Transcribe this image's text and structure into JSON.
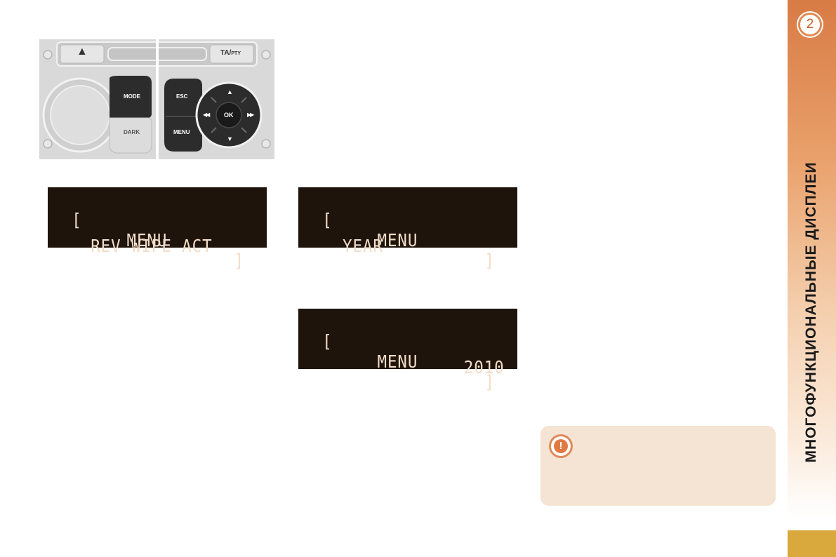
{
  "control_panel": {
    "eject_label": "▲",
    "ta_label": "TA/",
    "pty_label": "PTY",
    "mode_label": "MODE",
    "dark_label": "DARK",
    "esc_label": "ESC",
    "menu_label": "MENU",
    "ok_label": "OK",
    "up_arrow": "▲",
    "down_arrow": "▼",
    "left_arrow": "◀◀",
    "right_arrow": "▶▶"
  },
  "displays": [
    {
      "bracket_left": "[",
      "title": "MENU",
      "bracket_right": "]",
      "line2": "REV WIPE ACT"
    },
    {
      "bracket_left": "[",
      "title": "MENU",
      "bracket_right": "]",
      "line2": "YEAR"
    },
    {
      "bracket_left": "[",
      "title": "MENU",
      "bracket_right": "]",
      "line2": "2010"
    }
  ],
  "sidebar": {
    "chapter_number": "2",
    "chapter_title": "МНОГОФУНКЦИОНАЛЬНЫЕ ДИСПЛЕИ"
  },
  "note": {
    "icon": "exclamation-icon",
    "icon_glyph": "!"
  },
  "colors": {
    "accent": "#e08a52",
    "lcd_background": "#1e140c",
    "lcd_text": "#f3ddc8",
    "note_background": "#f5e3d3",
    "footer_tab": "#d9a93d"
  }
}
